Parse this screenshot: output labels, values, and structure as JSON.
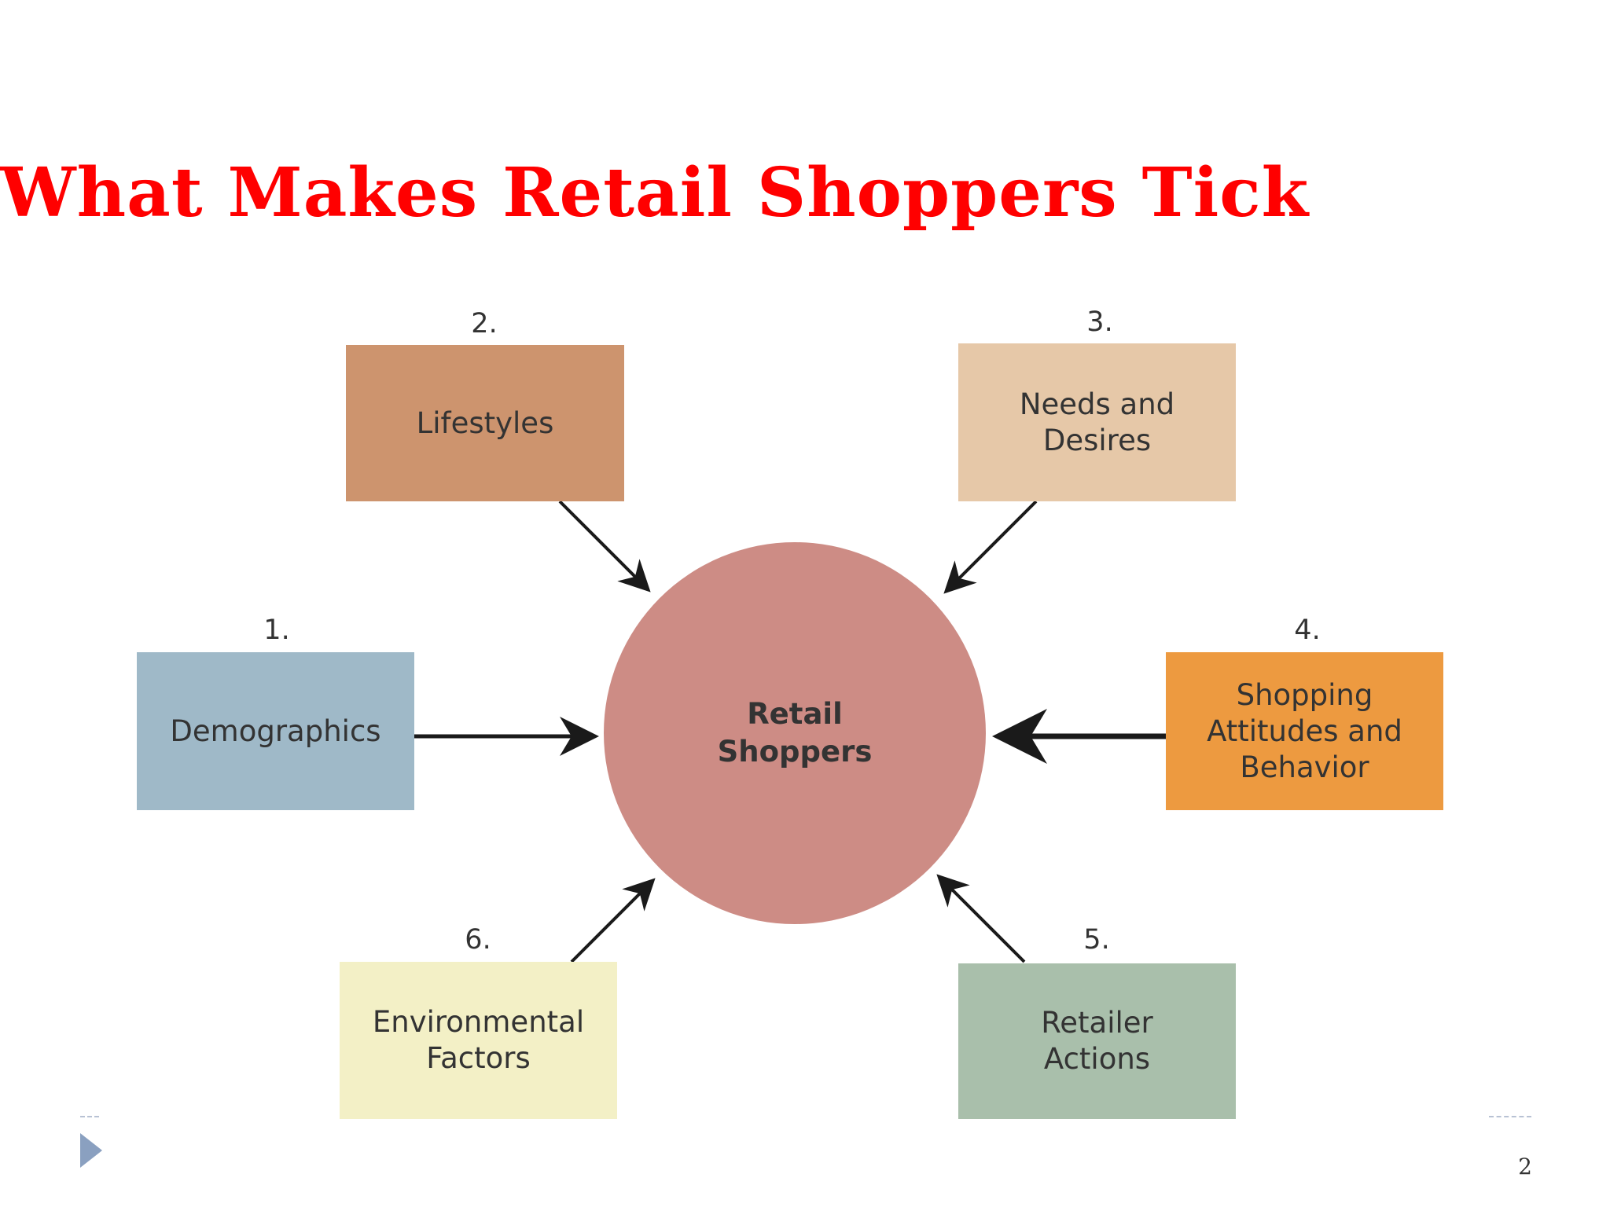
{
  "slide": {
    "title": "What Makes Retail Shoppers Tick",
    "page_number": "2"
  },
  "diagram": {
    "center": {
      "line1": "Retail",
      "line2": "Shoppers"
    },
    "factors": [
      {
        "number": "1.",
        "line1": "Demographics",
        "line2": "",
        "line3": "",
        "color": "#9fb9c8"
      },
      {
        "number": "2.",
        "line1": "Lifestyles",
        "line2": "",
        "line3": "",
        "color": "#cd946e"
      },
      {
        "number": "3.",
        "line1": "Needs and",
        "line2": "Desires",
        "line3": "",
        "color": "#e6c8a8"
      },
      {
        "number": "4.",
        "line1": "Shopping",
        "line2": "Attitudes and",
        "line3": "Behavior",
        "color": "#ed9a40"
      },
      {
        "number": "5.",
        "line1": "Retailer",
        "line2": "Actions",
        "line3": "",
        "color": "#a9bfab"
      },
      {
        "number": "6.",
        "line1": "Environmental",
        "line2": "Factors",
        "line3": "",
        "color": "#f3f0c6"
      }
    ],
    "center_color": "#cd8c85",
    "arrow_color": "#1a1a1a"
  },
  "colors": {
    "title": "#ff0000",
    "background": "#ffffff"
  }
}
